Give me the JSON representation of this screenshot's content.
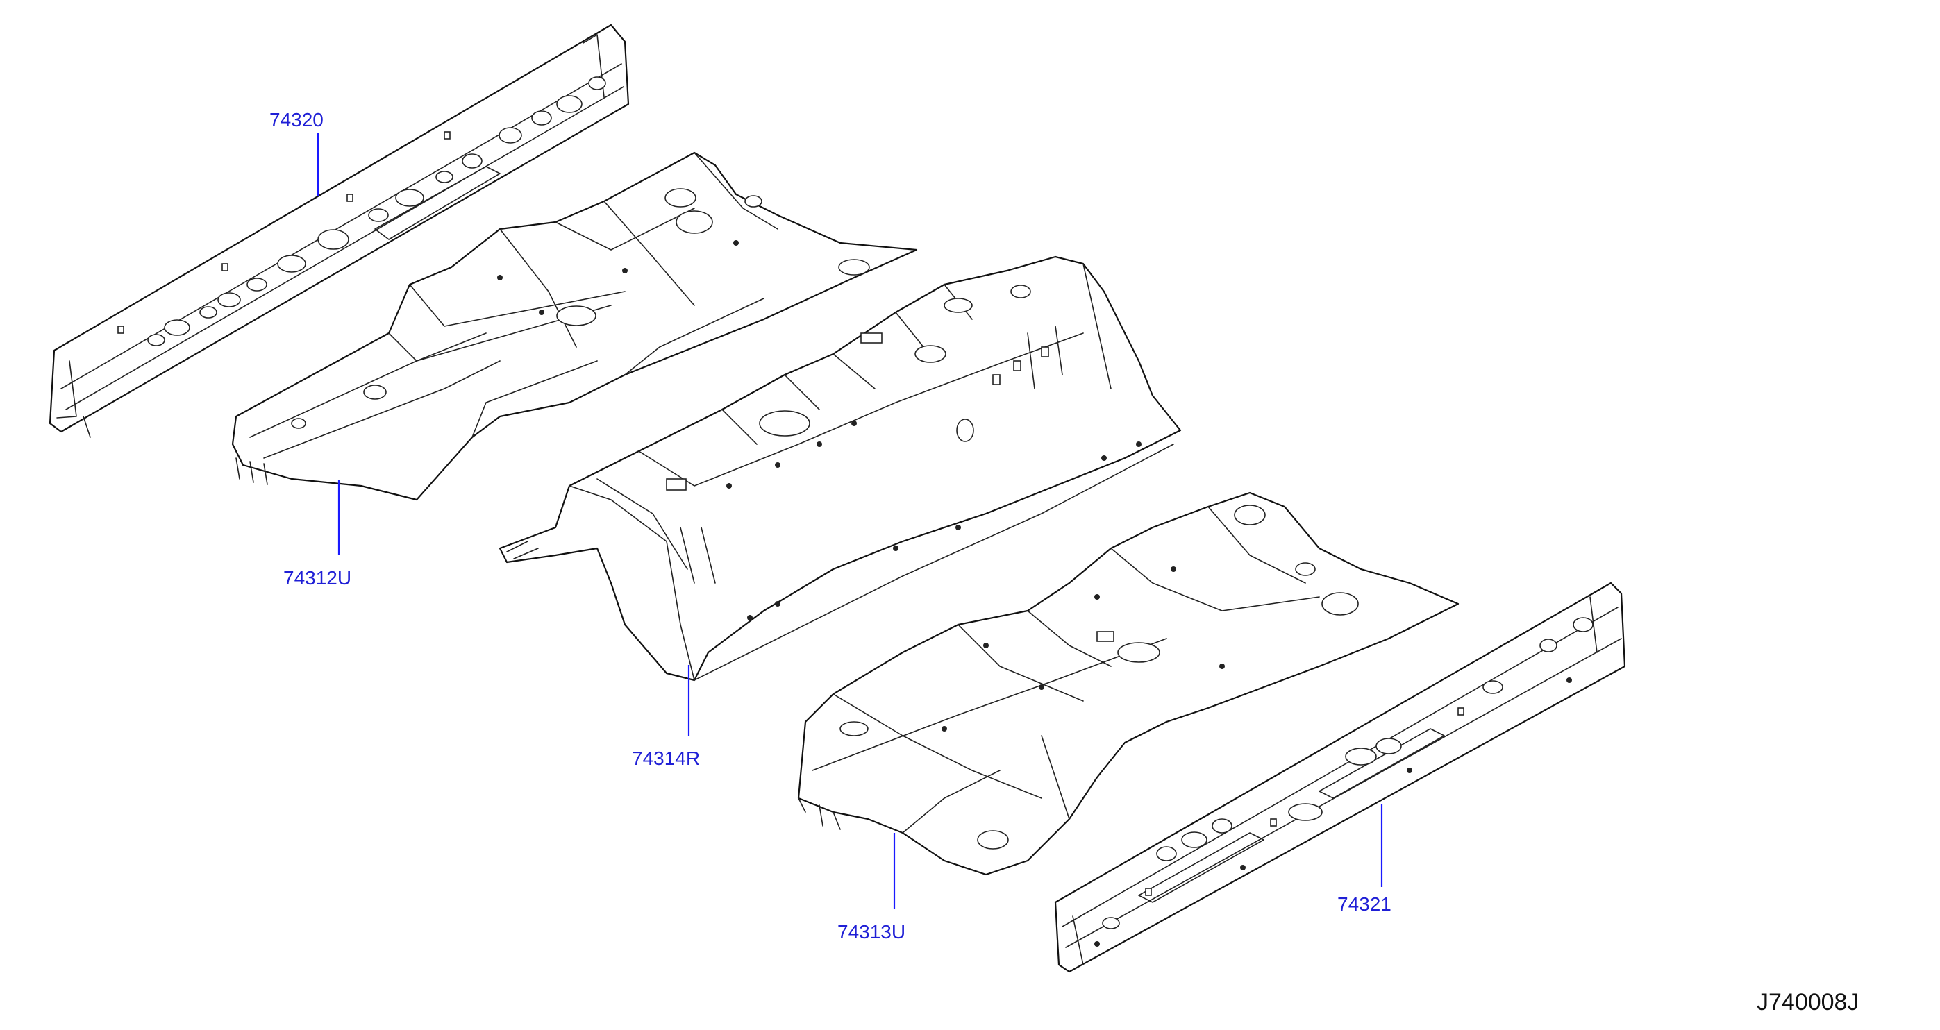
{
  "colors": {
    "callout_text": "#1f1fd6",
    "leader_line": "#1a1aff",
    "line_art": "#111111",
    "background": "#ffffff"
  },
  "parts": [
    {
      "id": "rail-left",
      "label": "74320"
    },
    {
      "id": "floor-front",
      "label": "74312U"
    },
    {
      "id": "floor-center",
      "label": "74314R"
    },
    {
      "id": "floor-rear",
      "label": "74313U"
    },
    {
      "id": "rail-right",
      "label": "74321"
    }
  ],
  "diagram_code": "J740008J"
}
